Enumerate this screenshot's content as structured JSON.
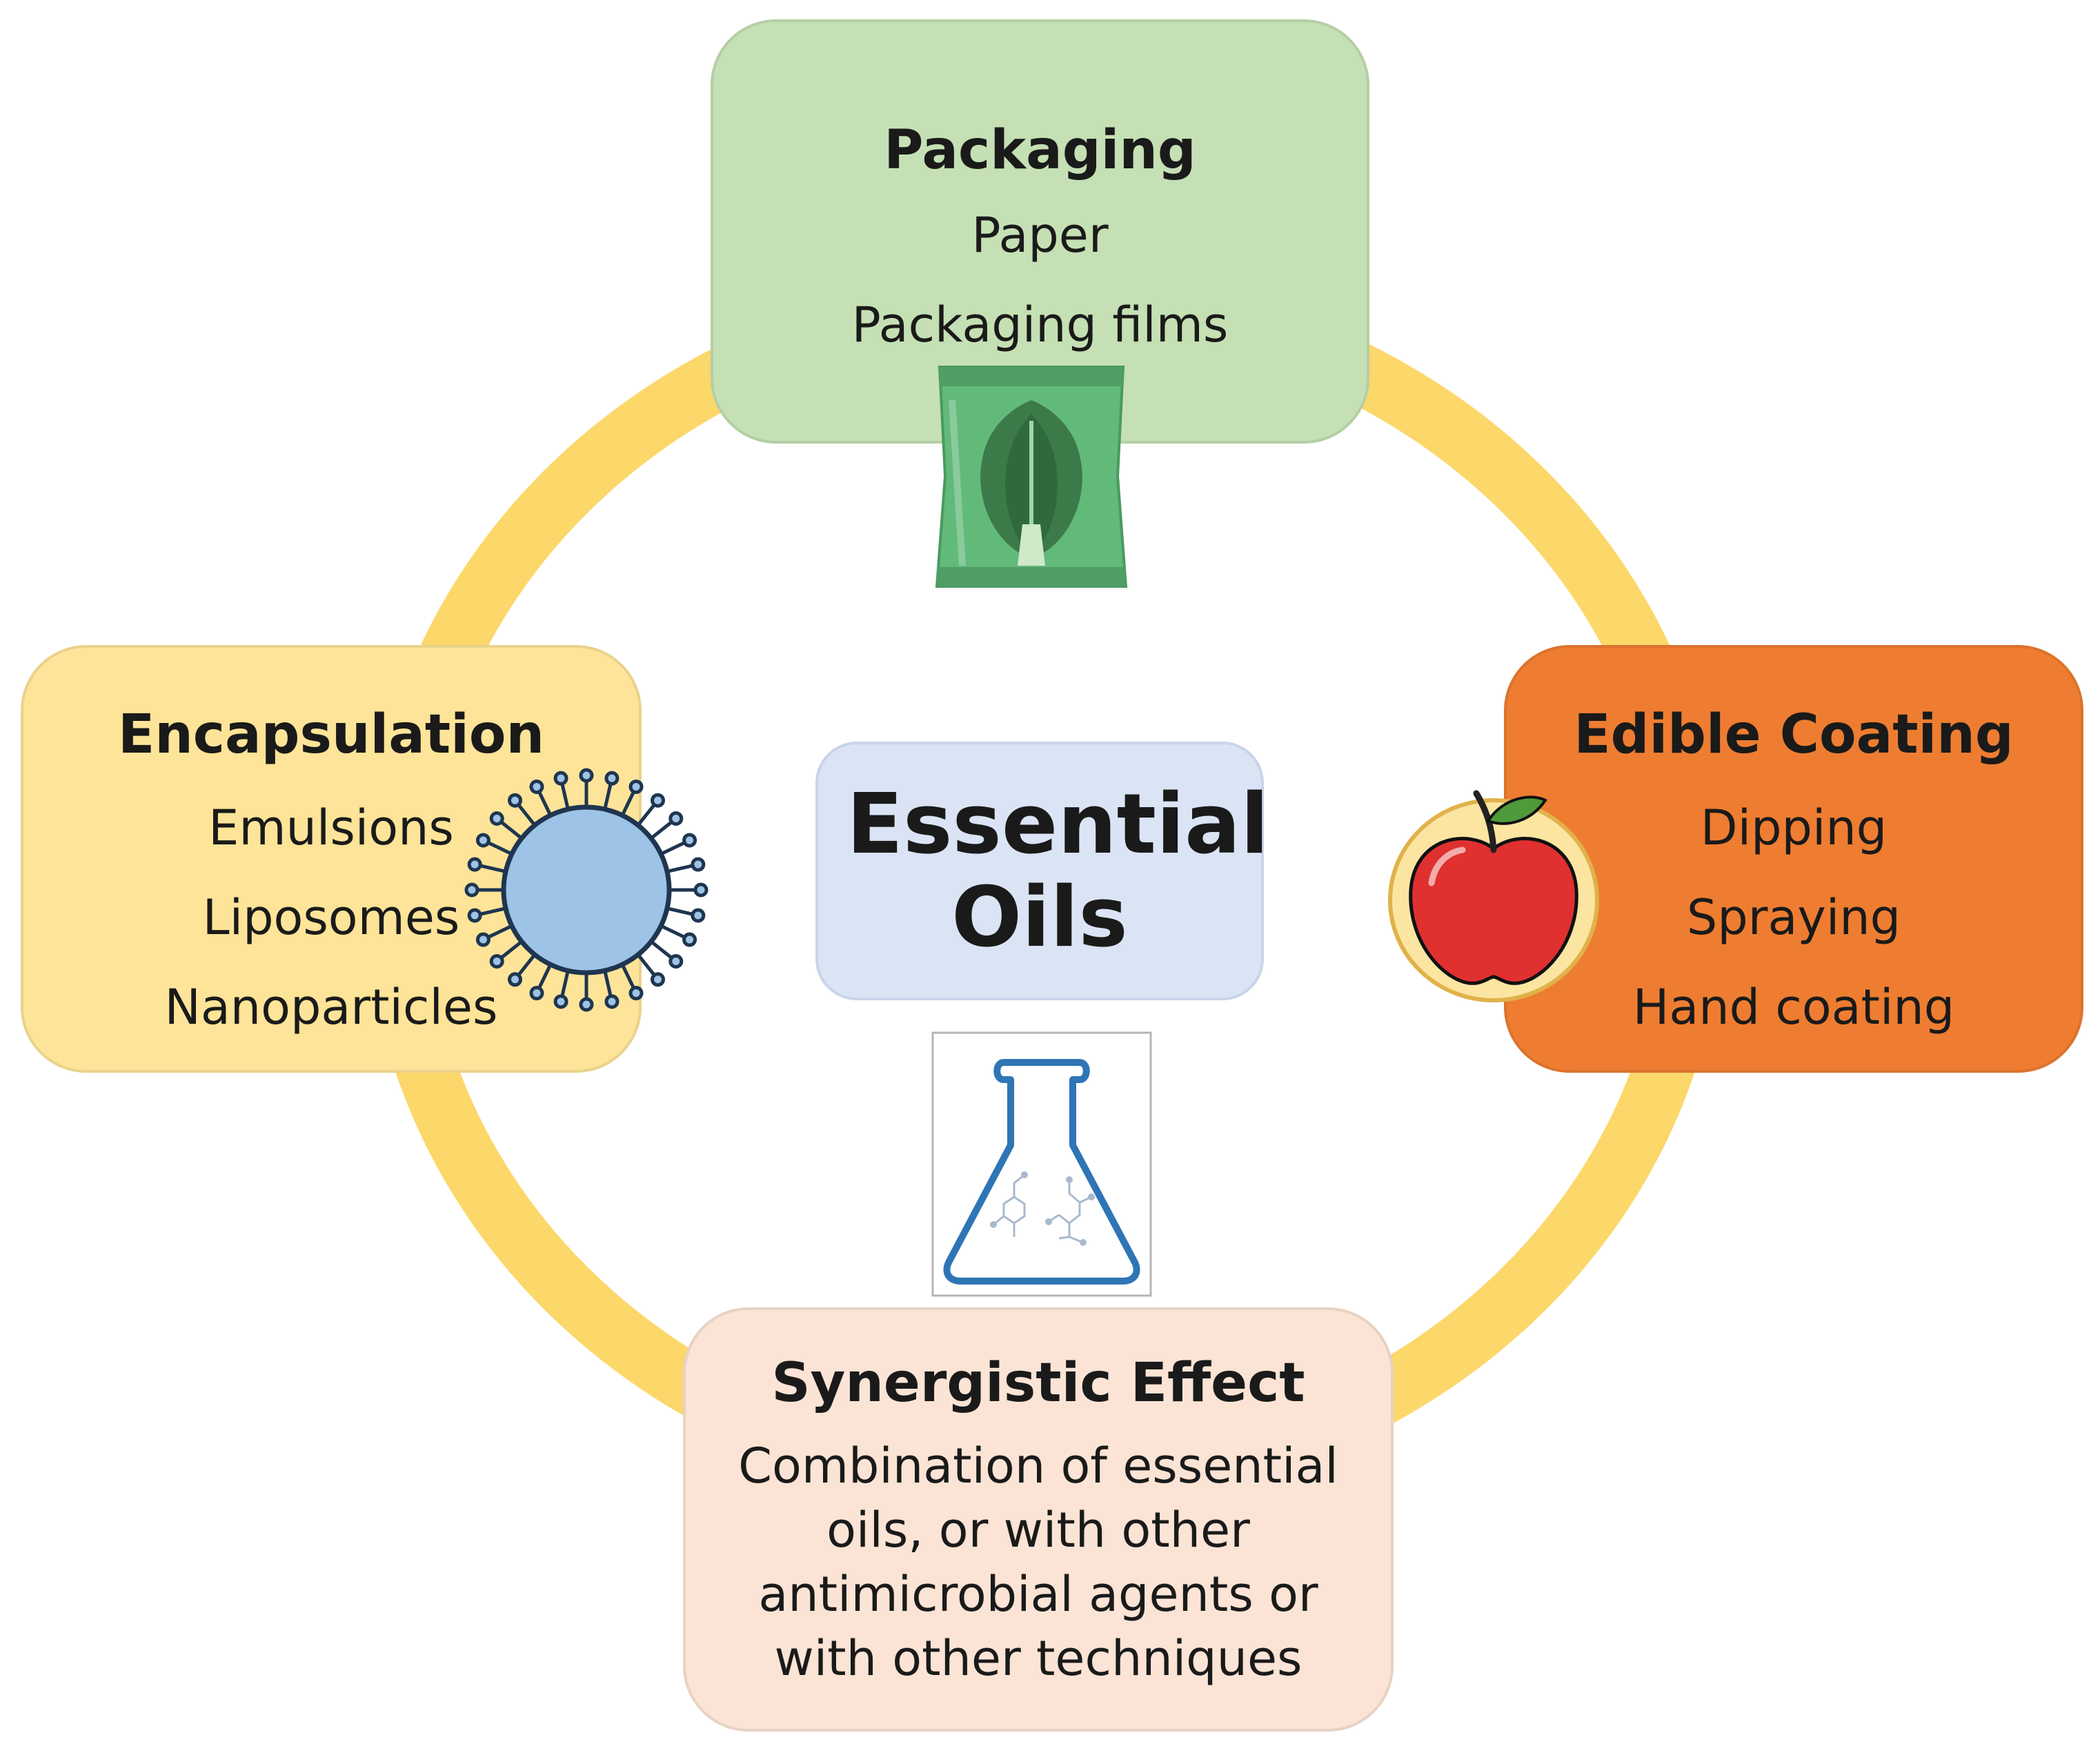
{
  "center": {
    "label": "Essential Oils"
  },
  "packaging": {
    "title": "Packaging",
    "items": [
      "Paper",
      "Packaging films"
    ]
  },
  "encapsulation": {
    "title": "Encapsulation",
    "items": [
      "Emulsions",
      "Liposomes",
      "Nanoparticles"
    ]
  },
  "edible_coating": {
    "title": "Edible Coating",
    "items": [
      "Dipping",
      "Spraying",
      "Hand coating"
    ]
  },
  "synergistic_effect": {
    "title": "Synergistic Effect",
    "description": "Combination of essential oils, or with other antimicrobial agents or with other techniques"
  },
  "icons": [
    "packaged-greens-icon",
    "liposome-icon",
    "apple-icon",
    "flask-icon"
  ],
  "colors": {
    "ring": "#fcd76a",
    "packaging": "#c5e0b4",
    "encapsulation": "#fde498",
    "edible_coating": "#ee7d31",
    "synergistic_effect": "#fbe4d5",
    "center": "#dae4f4"
  }
}
